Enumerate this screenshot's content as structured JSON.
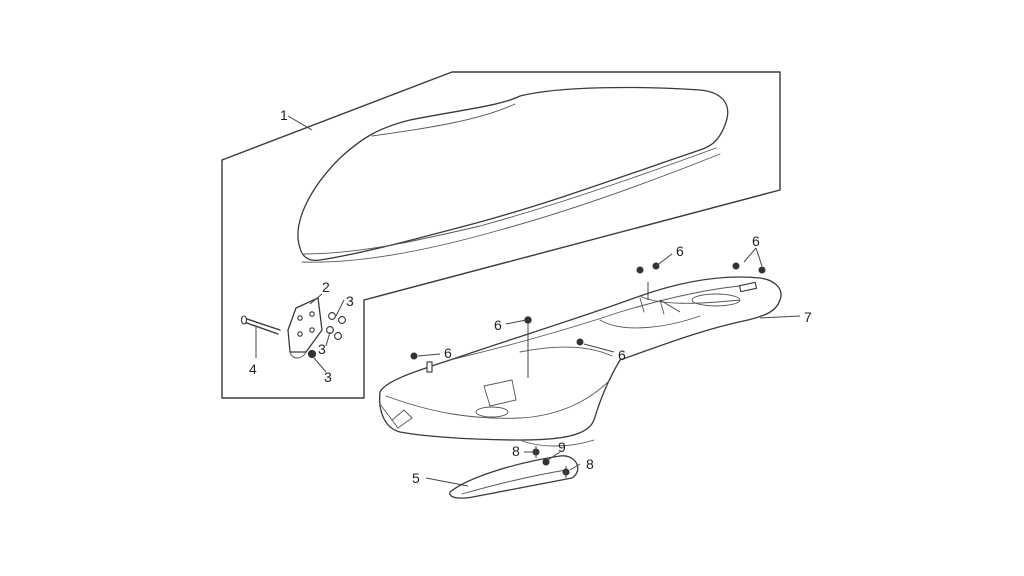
{
  "callouts": {
    "c1": "1",
    "c2": "2",
    "c3a": "3",
    "c3b": "3",
    "c3c": "3",
    "c4": "4",
    "c5": "5",
    "c6a": "6",
    "c6b": "6",
    "c6c": "6",
    "c6d": "6",
    "c6e": "6",
    "c7": "7",
    "c8a": "8",
    "c8b": "8",
    "c9": "9"
  }
}
